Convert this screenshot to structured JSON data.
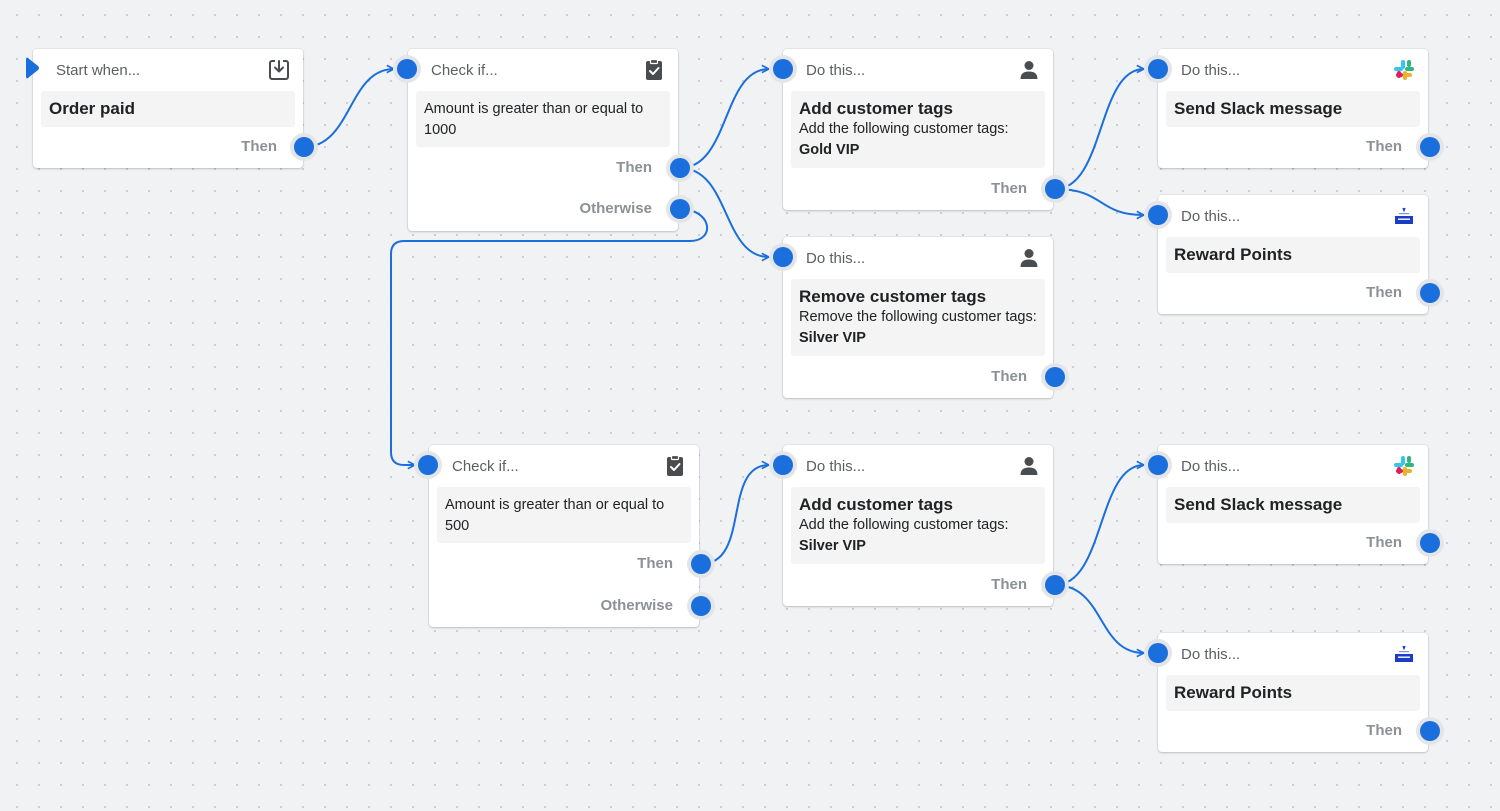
{
  "colors": {
    "accent": "#1a6fdc",
    "canvas": "#f1f2f4",
    "node": "#ffffff",
    "body": "#f4f4f4"
  },
  "trigger": {
    "header": "Start when...",
    "icon": "download-icon",
    "title": "Order paid",
    "out_then": "Then"
  },
  "check_1000": {
    "header": "Check if...",
    "icon": "clipboard-check-icon",
    "condition": "Amount is greater than or equal to 1000",
    "out_then": "Then",
    "out_otherwise": "Otherwise"
  },
  "add_gold": {
    "header": "Do this...",
    "icon": "person-icon",
    "title": "Add customer tags",
    "desc": "Add the following customer tags:",
    "tag": "Gold VIP",
    "out_then": "Then"
  },
  "remove_silver": {
    "header": "Do this...",
    "icon": "person-icon",
    "title": "Remove customer tags",
    "desc": "Remove the following customer tags:",
    "tag": "Silver VIP",
    "out_then": "Then"
  },
  "slack_1": {
    "header": "Do this...",
    "icon": "slack-icon",
    "title": "Send Slack message",
    "out_then": "Then"
  },
  "reward_1": {
    "header": "Do this...",
    "icon": "rewards-app-icon",
    "title": "Reward Points",
    "out_then": "Then"
  },
  "check_500": {
    "header": "Check if...",
    "icon": "clipboard-check-icon",
    "condition": "Amount is greater than or equal to 500",
    "out_then": "Then",
    "out_otherwise": "Otherwise"
  },
  "add_silver": {
    "header": "Do this...",
    "icon": "person-icon",
    "title": "Add customer tags",
    "desc": "Add the following customer tags:",
    "tag": "Silver VIP",
    "out_then": "Then"
  },
  "slack_2": {
    "header": "Do this...",
    "icon": "slack-icon",
    "title": "Send Slack message",
    "out_then": "Then"
  },
  "reward_2": {
    "header": "Do this...",
    "icon": "rewards-app-icon",
    "title": "Reward Points",
    "out_then": "Then"
  }
}
